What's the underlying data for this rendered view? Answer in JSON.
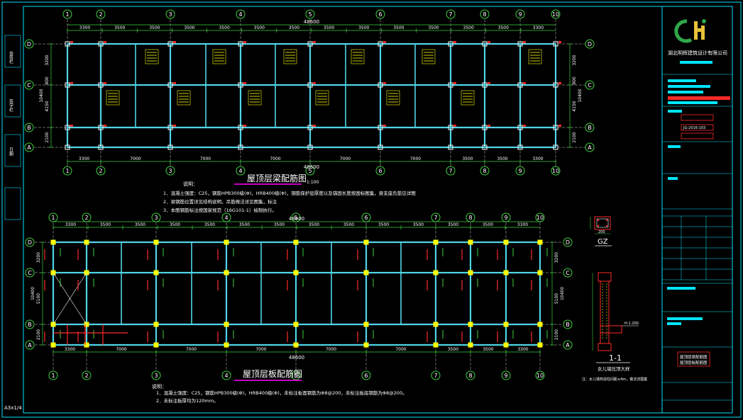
{
  "colors": {
    "background": "#000000",
    "frame": "#00e5ff",
    "grid": "#ffffff",
    "beam": "#4fd6e6",
    "dim": "#3dd23d",
    "column": "#ffff00",
    "rebar": "#ff2a2a",
    "text": "#ffffff",
    "annotation": "#ffff00",
    "title_underline": "#ff00ff"
  },
  "grid_axes": {
    "numbers": [
      "1",
      "2",
      "3",
      "4",
      "5",
      "6",
      "7",
      "8",
      "9",
      "10"
    ],
    "letters": [
      "D",
      "C",
      "B",
      "A"
    ]
  },
  "beam_plan": {
    "title": "屋顶层梁配筋图",
    "scale": "1:100",
    "total_dim": "48600",
    "top_dims": [
      "3300",
      "3500",
      "3500",
      "3500",
      "3500",
      "3500",
      "3500",
      "3500",
      "3500",
      "3500",
      "3500",
      "3500",
      "3500",
      "3300"
    ],
    "bottom_dims": [
      "3300",
      "7000",
      "7000",
      "7000",
      "7000",
      "7000",
      "3500",
      "3500",
      "3300"
    ],
    "left_dims": [
      "3200",
      "900",
      "4150",
      "2100"
    ],
    "left_total": "10400",
    "notes_title": "说明：",
    "notes": [
      "1．混凝土强度：C25，钢筋HPB300级(Φ)，HRB400级(Φ)，钢筋保护层厚度以及锚固长度按国标图集，梁支座负筋见详图",
      "2．梁钢筋位置详见结构说明，吊筋做法详见图集，标注",
      "3．本图钢筋标注按国家规范（16G101-1）绘制执行。"
    ]
  },
  "slab_plan": {
    "title": "屋顶层板配筋图",
    "total_dim": "48600",
    "top_dims": [
      "3300",
      "3500",
      "3500",
      "3500",
      "3500",
      "3500",
      "3500",
      "3500",
      "3500",
      "3500",
      "3500",
      "3500",
      "3500",
      "3300"
    ],
    "bottom_dims": [
      "3300",
      "7000",
      "7000",
      "7000",
      "7000",
      "7000",
      "3500",
      "3500",
      "3300"
    ],
    "left_dims": [
      "3200",
      "5100",
      "2100"
    ],
    "left_total": "10400",
    "notes_title": "说明：",
    "notes": [
      "1．混凝土强度：C25，钢筋HPB300级(Φ)，HRB400级(Φ)，未标注板面钢筋为Φ8@200，未标注板底钢筋为Φ8@200。",
      "2．未标注板厚均为120mm。"
    ]
  },
  "details": {
    "gz_label": "GZ",
    "gz_dim": "200",
    "section_label": "1-1",
    "section_caption": "女儿墙压顶大样",
    "section_note": "注：女儿墙构造柱间距≤4m，做法详图集",
    "elevation": "H-1.200"
  },
  "title_block": {
    "company": "湖北明辉建筑设计有限公司",
    "project_number": "JG-2016-103",
    "drawing_name_1": "屋顶层梁配筋图",
    "drawing_name_2": "屋顶层板配筋图"
  },
  "left_strip": {
    "labels": [
      "会签栏",
      "签字栏",
      "日期"
    ]
  },
  "sheet_id": "A3x1/4"
}
